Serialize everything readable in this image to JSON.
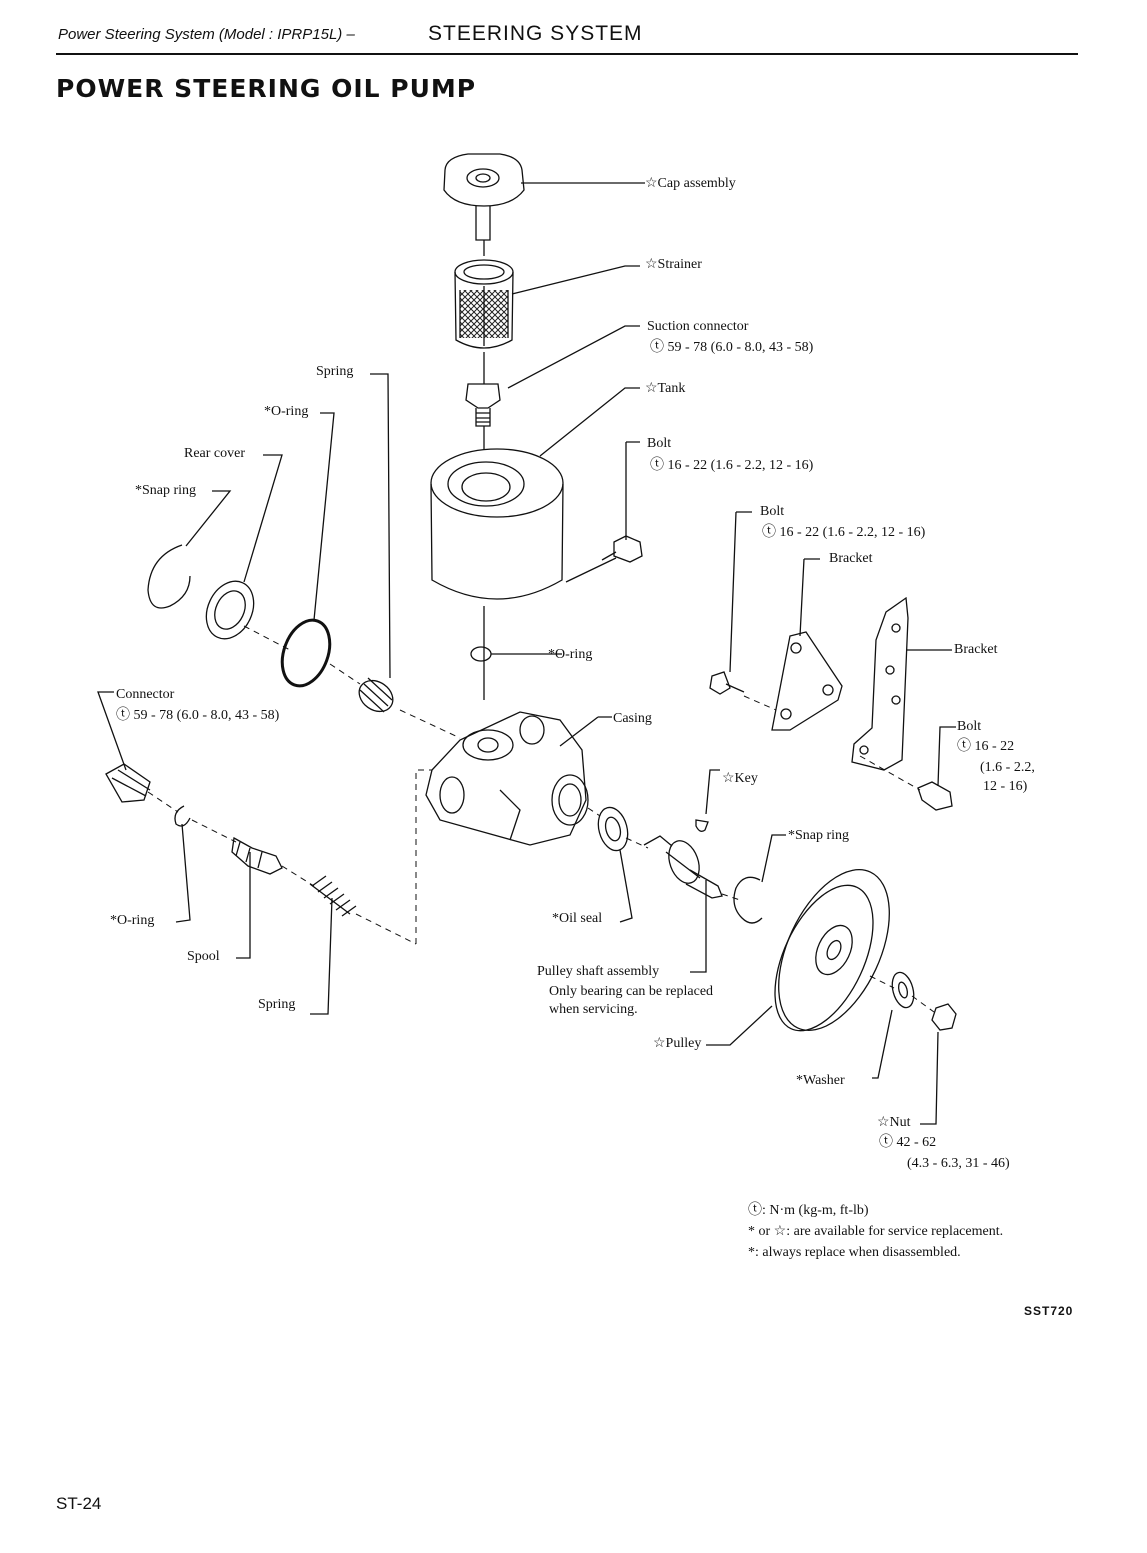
{
  "header": {
    "model_text": "Power Steering System (Model : IPRP15L) –",
    "system_text": "STEERING SYSTEM"
  },
  "title": "POWER STEERING OIL PUMP",
  "labels": {
    "cap_assembly": "☆Cap assembly",
    "strainer": "☆Strainer",
    "suction_connector": "Suction connector",
    "suction_torque": "59 - 78 (6.0 - 8.0, 43 - 58)",
    "tank": "☆Tank",
    "bolt_1": "Bolt",
    "bolt_1_torque": "16 - 22 (1.6 - 2.2, 12 - 16)",
    "bolt_2": "Bolt",
    "bolt_2_torque": "16 - 22 (1.6 - 2.2, 12 - 16)",
    "bracket_1": "Bracket",
    "bracket_2": "Bracket",
    "bolt_3": "Bolt",
    "bolt_3_torque_1": "16 - 22",
    "bolt_3_torque_2": "(1.6 - 2.2,",
    "bolt_3_torque_3": "12 - 16)",
    "spring_top": "Spring",
    "o_ring_top": "*O-ring",
    "rear_cover": "Rear cover",
    "snap_ring_left": "*Snap ring",
    "o_ring_mid": "*O-ring",
    "casing": "Casing",
    "connector": "Connector",
    "connector_torque": "59 - 78 (6.0 - 8.0, 43 - 58)",
    "key": "☆Key",
    "snap_ring_right": "*Snap ring",
    "o_ring_bottom": "*O-ring",
    "oil_seal": "*Oil seal",
    "spool": "Spool",
    "spring_bottom": "Spring",
    "pulley_shaft": "Pulley shaft assembly",
    "pulley_note_1": "Only bearing can be replaced",
    "pulley_note_2": "when servicing.",
    "pulley": "☆Pulley",
    "washer": "*Washer",
    "nut": "☆Nut",
    "nut_torque_1": "42 - 62",
    "nut_torque_2": "(4.3 - 6.3, 31 - 46)"
  },
  "legend": {
    "line1": ": N·m (kg-m, ft-lb)",
    "line2": "* or ☆: are available for service replacement.",
    "line3": "*: always replace when disassembled."
  },
  "figure_code": "SST720",
  "page_number": "ST-24"
}
